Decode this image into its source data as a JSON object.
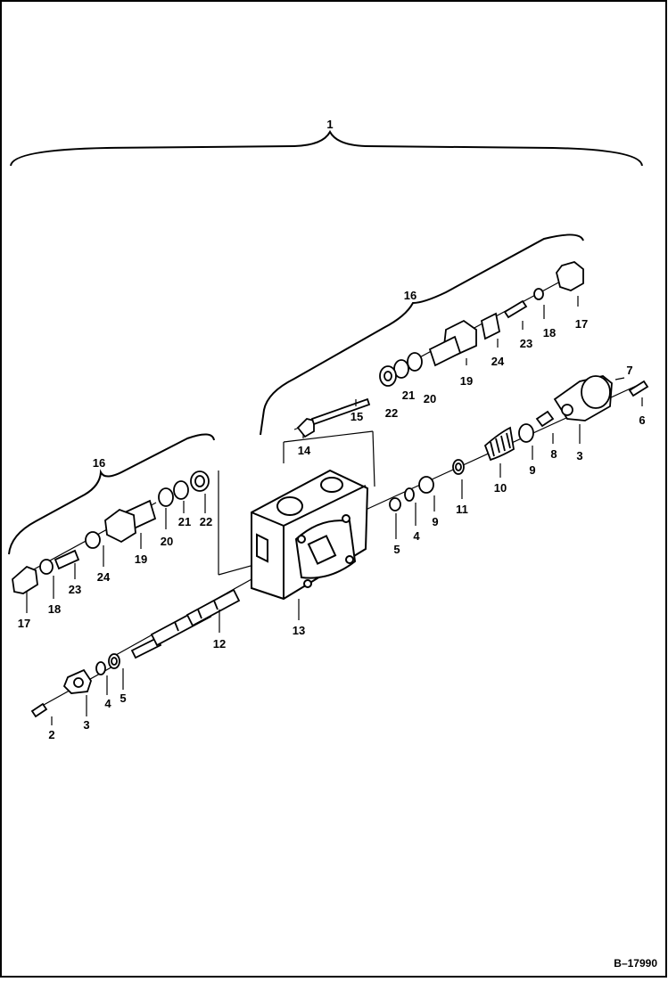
{
  "diagram": {
    "callouts": {
      "c1": "1",
      "c16_upper": "16",
      "c16_left": "16",
      "c17_upper": "17",
      "c18_upper": "18",
      "c23_upper": "23",
      "c24_upper": "24",
      "c19_upper": "19",
      "c20_upper": "20",
      "c21_upper": "21",
      "c22_upper": "22",
      "c15": "15",
      "c14": "14",
      "c7": "7",
      "c6": "6",
      "c3_right": "3",
      "c8": "8",
      "c9_right": "9",
      "c10": "10",
      "c11": "11",
      "c9_mid": "9",
      "c4_mid": "4",
      "c5_mid": "5",
      "c13": "13",
      "c12": "12",
      "c17_left": "17",
      "c18_left": "18",
      "c23_left": "23",
      "c24_left": "24",
      "c19_left": "19",
      "c20_left": "20",
      "c21_left": "21",
      "c22_left": "22",
      "c2": "2",
      "c3_left": "3",
      "c4_left": "4",
      "c5_left": "5"
    },
    "reference": "B–17990"
  }
}
